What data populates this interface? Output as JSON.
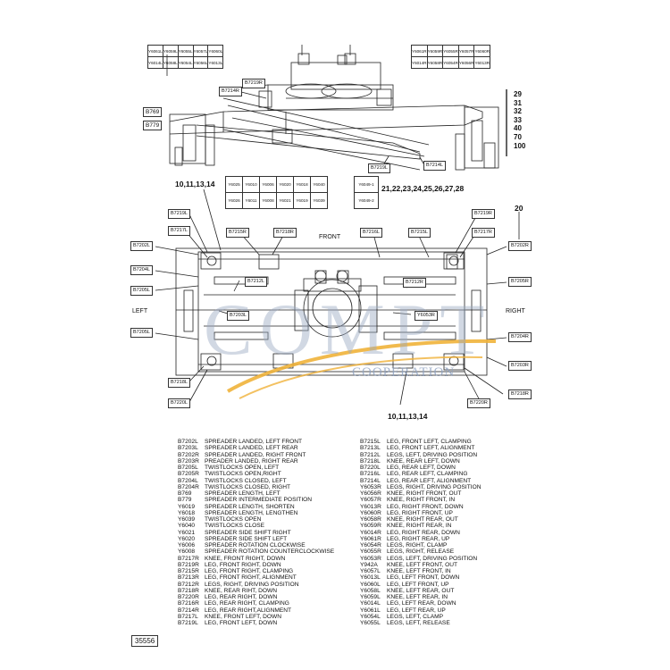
{
  "top_view": {
    "grid_left": [
      [
        "Y6061L",
        "Y6059L",
        "Y6055L",
        "Y6057L",
        "Y6060L"
      ],
      [
        "Y6014L",
        "Y6058L",
        "Y6054L",
        "Y6056L",
        "Y6013L"
      ]
    ],
    "grid_right": [
      [
        "Y6061R",
        "Y6059R",
        "Y6055R",
        "Y6057R",
        "Y6060R"
      ],
      [
        "Y6014R",
        "Y6058R",
        "Y6054R",
        "Y6056R",
        "Y6013R"
      ]
    ],
    "tags": {
      "b7219r": "B7219R",
      "b7214r": "B7214R",
      "b769": "B769",
      "b779": "B779",
      "b7219l": "B7219L",
      "b7214l": "B7214L"
    },
    "right_numbers": [
      "29",
      "31",
      "32",
      "33",
      "40",
      "70",
      "100"
    ]
  },
  "mid": {
    "label_left": "10,11,13,14",
    "grid_center": [
      [
        "Y6025",
        "Y6010",
        "Y6006",
        "Y6020",
        "Y6018",
        "Y6040"
      ],
      [
        "Y6026",
        "Y6011",
        "Y6008",
        "Y6021",
        "Y6019",
        "Y6039"
      ]
    ],
    "grid_small": [
      [
        "Y6049-1"
      ],
      [
        "Y6049-2"
      ]
    ],
    "label_right": "21,22,23,24,25,26,27,28"
  },
  "bottom_view": {
    "label_20": "20",
    "front": "FRONT",
    "left": "LEFT",
    "right": "RIGHT",
    "label_bottom": "10,11,13,14",
    "tags": {
      "b7219l": "B7219L",
      "b7217l": "B7217L",
      "b7215r": "B7215R",
      "b7218r": "B7218R",
      "b7216l": "B7216L",
      "b7215l": "B7215L",
      "b7219r": "B7219R",
      "b7217r": "B7217R",
      "b7202l": "B7202L",
      "b7204l": "B7204L",
      "b7205l": "B7205L",
      "b7212l": "B7212L",
      "b7203l": "B7203L",
      "b7203l2": "B7205L",
      "b7212r": "B7212R",
      "b7202r": "B7202R",
      "b7205r": "B7205R",
      "y6053r": "Y6053R",
      "b7204r": "B7204R",
      "b7203r": "B7203R",
      "b7218l": "B7218L",
      "b7220l": "B7220L",
      "b7220r": "B7220R",
      "b7218r2": "B7218R"
    }
  },
  "watermark": {
    "big": "COMPT",
    "small": "COOPERATION"
  },
  "legend_left": [
    [
      "B7202L",
      "SPREADER LANDED, LEFT FRONT"
    ],
    [
      "B7203L",
      "SPREADER LANDED, LEFT REAR"
    ],
    [
      "B7202R",
      "SPREADER LANDED, RIGHT FRONT"
    ],
    [
      "B7203R",
      "PREADER LANDED, RIGHT REAR"
    ],
    [
      "B7205L",
      "TWISTLOCKS OPEN, LEFT"
    ],
    [
      "B7205R",
      "TWISTLOCKS OPEN,RIGHT"
    ],
    [
      "B7204L",
      "TWISTLOCKS CLOSED, LEFT"
    ],
    [
      "B7204R",
      "TWISTLOCKS CLOSED, RIGHT"
    ],
    [
      "B769",
      "SPREADER LENGTH, LEFT"
    ],
    [
      "B779",
      "SPREADER INTERMEDIATE POSITION"
    ],
    [
      "Y6019",
      "SPREADER LENGTH, SHORTEN"
    ],
    [
      "Y6018",
      "SPREADER LENGTH, LENGTHEN"
    ],
    [
      "Y6039",
      "TWISTLOCKS OPEN"
    ],
    [
      "Y6040",
      "TWISTLOCKS CLOSE"
    ],
    [
      "Y6021",
      "SPREADER SIDE SHIFT RIGHT"
    ],
    [
      "Y6020",
      "SPREADER SIDE SHIFT LEFT"
    ],
    [
      "Y6006",
      "SPREADER ROTATION CLOCKWISE"
    ],
    [
      "Y6008",
      "SPREADER ROTATION COUNTERCLOCKWISE"
    ],
    [
      "B7217R",
      "KNEE, FRONT RIGHT, DOWN"
    ],
    [
      "B7219R",
      "LEG, FRONT RIGHT, DOWN"
    ],
    [
      "B7215R",
      "LEG, FRONT RIGHT, CLAMPING"
    ],
    [
      "B7213R",
      "LEG, FRONT RIGHT, ALIGNMENT"
    ],
    [
      "B7212R",
      "LEGS, RIGHT, DRIVING POSITION"
    ],
    [
      "B7218R",
      "KNEE, REAR RIHT, DOWN"
    ],
    [
      "B7220R",
      "LEG, REAR RIGHT, DOWN"
    ],
    [
      "B7216R",
      "LEG, REAR RIGHT, CLAMPING"
    ],
    [
      "B7214R",
      "LEG, REAR RIGHT,ALIGNMENT"
    ],
    [
      "B7217L",
      "KNEE, FRONT LEFT, DOWN"
    ],
    [
      "B7219L",
      "LEG, FRONT LEFT, DOWN"
    ]
  ],
  "legend_right": [
    [
      "B7215L",
      "LEG, FRONT LEFT, CLAMPING"
    ],
    [
      "B7213L",
      "LEG, FRONT LEFT, ALIGNMENT"
    ],
    [
      "B7212L",
      "LEGS, LEFT, DRIVING POSITION"
    ],
    [
      "B7218L",
      "KNEE, REAR LEFT, DOWN"
    ],
    [
      "B7220L",
      "LEG, REAR LEFT, DOWN"
    ],
    [
      "B7216L",
      "LEG, REAR LEFT, CLAMPING"
    ],
    [
      "B7214L",
      "LEG, REAR LEFT, ALIGNMENT"
    ],
    [
      "Y6053R",
      "LEGS, RIGHT, DRIVING POSITION"
    ],
    [
      "Y6056R",
      "KNEE, RIGHT FRONT, OUT"
    ],
    [
      "Y6057R",
      "KNEE, RIGHT FRONT, IN"
    ],
    [
      "Y6013R",
      "LEG, RIGHT FRONT, DOWN"
    ],
    [
      "Y6060R",
      "LEG, RIGHT FRONT, UP"
    ],
    [
      "Y6058R",
      "KNEE, RIGHT REAR, OUT"
    ],
    [
      "Y6059R",
      "KNEE, RIGHT REAR, IN"
    ],
    [
      "Y6014R",
      "LEG, RIGHT REAR, DOWN"
    ],
    [
      "Y6061R",
      "LEG, RIGHT REAR, UP"
    ],
    [
      "Y6054R",
      "LEGS, RIGHT, CLAMP"
    ],
    [
      "Y6055R",
      "LEGS, RIGHT, RELEASE"
    ],
    [
      "Y6053R",
      "LEGS, LEFT, DRIVING POSITION"
    ],
    [
      "Y942A",
      "KNEE, LEFT FRONT, OUT"
    ],
    [
      "Y6057L",
      "KNEE, LEFT FRONT, IN"
    ],
    [
      "Y6013L",
      "LEG, LEFT FRONT, DOWN"
    ],
    [
      "Y6060L",
      "LEG, LEFT FRONT, UP"
    ],
    [
      "Y6058L",
      "KNEE, LEFT REAR, OUT"
    ],
    [
      "Y6059L",
      "KNEE, LEFT REAR, IN"
    ],
    [
      "Y6014L",
      "LEG, LEFT REAR, DOWN"
    ],
    [
      "Y6061L",
      "LEG, LEFT REAR, UP"
    ],
    [
      "Y6054L",
      "LEGS, LEFT, CLAMP"
    ],
    [
      "Y6055L",
      "LEGS, LEFT, RELEASE"
    ]
  ],
  "footer_code": "35556"
}
